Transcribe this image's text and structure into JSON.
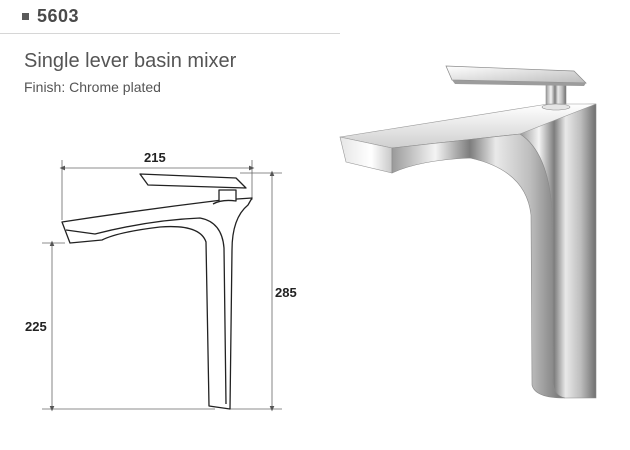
{
  "product": {
    "code": "5603",
    "title": "Single lever basin mixer",
    "finish": "Finish: Chrome plated"
  },
  "dimensions": {
    "width": "215",
    "height": "285",
    "spout_height": "225"
  },
  "icons": {
    "bullet": "square-bullet-icon"
  },
  "colors": {
    "text": "#555555",
    "code": "#4a4a4a",
    "chrome": "#c0c0c0"
  }
}
